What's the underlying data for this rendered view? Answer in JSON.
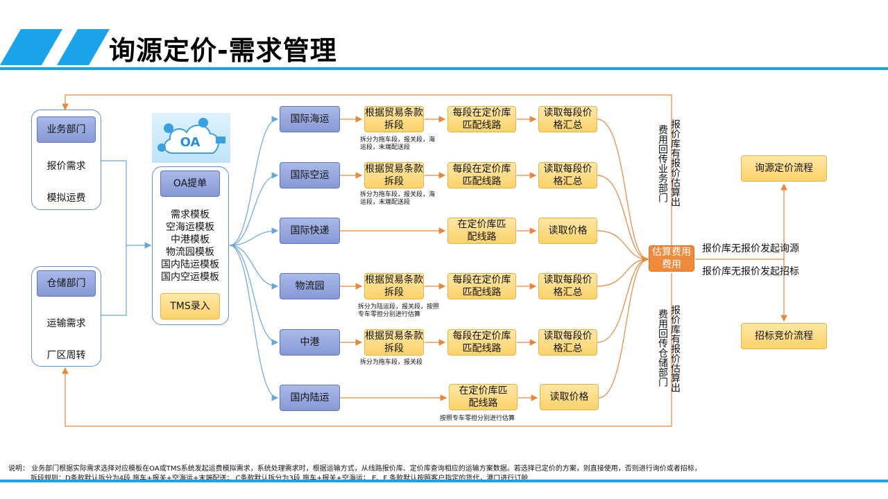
{
  "title": "询源定价-需求管理",
  "left": {
    "business": {
      "header": "业务部门",
      "items": [
        "报价需求",
        "模拟运费"
      ]
    },
    "storage": {
      "header": "仓储部门",
      "items": [
        "运输需求",
        "厂区周转"
      ]
    }
  },
  "oa": {
    "logo_text": "OA",
    "submit": "OA提单",
    "templates": [
      "需求模板",
      "空海运模板",
      "中港模板",
      "物流园模板",
      "国内陆运模板",
      "国内空运模板"
    ],
    "tms": "TMS录入"
  },
  "modes": [
    {
      "name": "国际海运",
      "split": "根据贸易条款拆段",
      "match": "每段在定价库匹配线路",
      "read": "读取每段价格汇总",
      "note": "拆分为拖车段，报关段，海运段，末端配送段"
    },
    {
      "name": "国际空运",
      "split": "根据贸易条款拆段",
      "match": "每段在定价库匹配线路",
      "read": "读取每段价格汇总",
      "note": "拆分为拖车段，报关段，海运段，末端配送段"
    },
    {
      "name": "国际快递",
      "split": "",
      "match": "在定价库匹配线路",
      "read": "读取价格",
      "note": ""
    },
    {
      "name": "物流园",
      "split": "根据贸易条款拆段",
      "match": "每段在定价库匹配线路",
      "read": "读取每段价格汇总",
      "note": "拆分为陆运段，报关段，按照专车零担分别进行估算"
    },
    {
      "name": "中港",
      "split": "根据贸易条款拆段",
      "match": "每段在定价库匹配线路",
      "read": "读取每段价格汇总",
      "note": "拆分为拖车段，报关段"
    },
    {
      "name": "国内陆运",
      "split": "",
      "match": "在定价库匹配线路",
      "read": "读取价格",
      "note": "按照专车零担分别进行估算"
    }
  ],
  "estimate": "估算费用费用",
  "feedback_top": {
    "col1": "报价库有报价估算出",
    "col2": "费用回传业务部门"
  },
  "feedback_bottom": {
    "col1": "报价库有报价估算出",
    "col2": "费用回传仓储部门"
  },
  "right": {
    "inquiry": "询源定价流程",
    "tender": "招标竞价流程",
    "label_inquiry": "报价库无报价发起询源",
    "label_tender": "报价库无报价发起招标"
  },
  "notes": [
    "说明：  业务部门根据实际需求选择对应模板在OA或TMS系统发起运费模拟需求，系统处理需求时，根据运输方式，从线路报价库、定价库查询相应的运输方案数据。若选择已定价的方案，则直接使用，否则进行询价或者招标，",
    "拆段规则：D条款默认拆分为4段  拖车+报关+空海运+末端配送；    C条款默认拆分为3段  拖车+报关+空海运；  E、F  条款默认按照客户指定的货代，港口进行订舱"
  ],
  "colors": {
    "accent": "#1aa3e8",
    "flow_orange": "#e9863a",
    "flow_blue": "#6aa6d8",
    "node_blue": "#8798d6",
    "node_yellow": "#fcd36a",
    "estimate": "#ef8a3a"
  }
}
